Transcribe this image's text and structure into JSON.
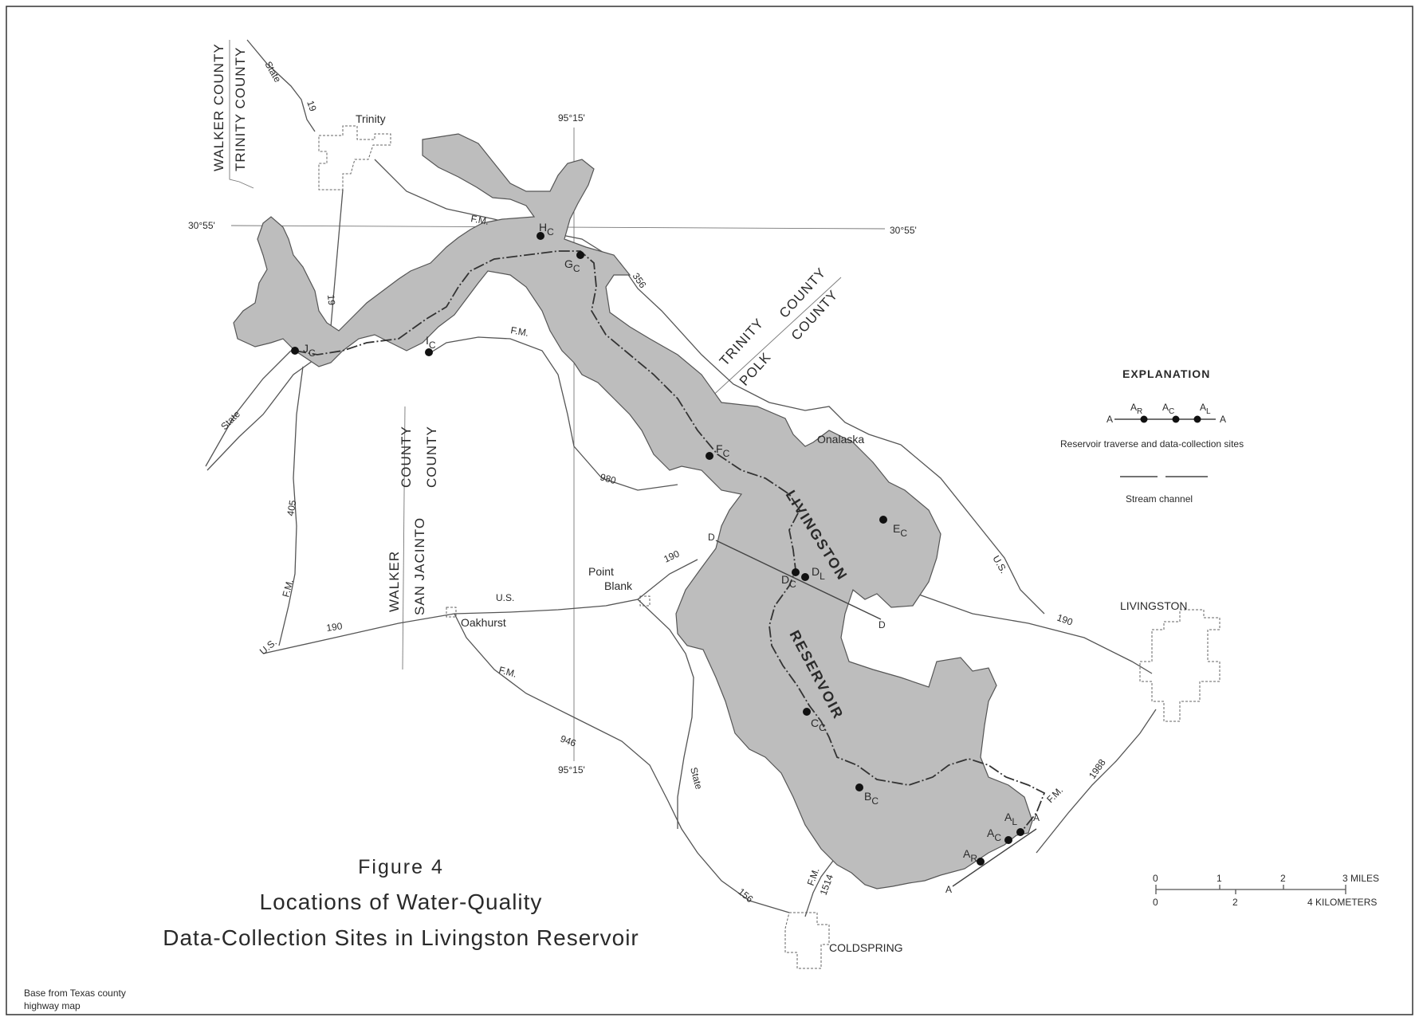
{
  "figure": {
    "number": "Figure 4",
    "title_line1": "Locations of Water-Quality",
    "title_line2": "Data-Collection Sites in Livingston Reservoir"
  },
  "source_note": {
    "line1": "Base from Texas county",
    "line2": "highway map"
  },
  "grid": {
    "lon_top": "95°15'",
    "lon_bottom": "95°15'",
    "lat_left": "30°55'",
    "lat_right": "30°55'"
  },
  "counties": {
    "walker_top": "WALKER COUNTY",
    "trinity_top": "TRINITY COUNTY",
    "trinity_ne": "TRINITY",
    "polk_ne": "POLK",
    "county_ne_a": "COUNTY",
    "county_ne_b": "COUNTY",
    "walker_s": "WALKER",
    "san_jacinto_s": "SAN JACINTO",
    "county_s_a": "COUNTY",
    "county_s_b": "COUNTY"
  },
  "towns": {
    "trinity": "Trinity",
    "onalaska": "Onalaska",
    "point": "Point",
    "blank": "Blank",
    "oakhurst": "Oakhurst",
    "livingston": "LIVINGSTON",
    "coldspring": "COLDSPRING"
  },
  "reservoir": {
    "word1": "LIVINGSTON",
    "word2": "RESERVOIR"
  },
  "roads": {
    "state_19_top": "State",
    "num_19_top": "19",
    "num_19_mid": "19",
    "fm_top": "F.M.",
    "num_356": "356",
    "fm_mid": "F.M.",
    "state_left": "State",
    "num_405": "405",
    "fm_left": "F.M.",
    "us_left": "U.S.",
    "num_190_left": "190",
    "us_mid": "U.S.",
    "num_190_mid": "190",
    "num_980": "980",
    "fm_low": "F.M.",
    "num_946": "946",
    "state_low": "State",
    "num_156": "156",
    "fm_1514": "F.M.",
    "num_1514": "1514",
    "us_right": "U.S.",
    "num_190_right": "190",
    "num_1988": "1988",
    "fm_right": "F.M."
  },
  "sites": [
    {
      "main": "J",
      "sub": "C"
    },
    {
      "main": "I",
      "sub": "C"
    },
    {
      "main": "H",
      "sub": "C"
    },
    {
      "main": "G",
      "sub": "C"
    },
    {
      "main": "F",
      "sub": "C"
    },
    {
      "main": "E",
      "sub": "C"
    },
    {
      "main": "D",
      "sub": "C"
    },
    {
      "main": "D",
      "sub": "L"
    },
    {
      "main": "C",
      "sub": "C"
    },
    {
      "main": "B",
      "sub": "C"
    },
    {
      "main": "A",
      "sub": "R"
    },
    {
      "main": "A",
      "sub": "C"
    },
    {
      "main": "A",
      "sub": "L"
    }
  ],
  "traverse_ends": {
    "d_left": "D",
    "d_right": "D",
    "a_left": "A",
    "a_right": "A"
  },
  "explanation": {
    "title": "EXPLANATION",
    "end_left": "A",
    "end_right": "A",
    "sites": [
      {
        "main": "A",
        "sub": "R"
      },
      {
        "main": "A",
        "sub": "C"
      },
      {
        "main": "A",
        "sub": "L"
      }
    ],
    "traverse_label": "Reservoir traverse and data-collection sites",
    "stream_label": "Stream channel"
  },
  "scale": {
    "miles_ticks": [
      "0",
      "1",
      "2",
      "3 MILES"
    ],
    "km_ticks": [
      "0",
      "2",
      "4 KILOMETERS"
    ]
  }
}
